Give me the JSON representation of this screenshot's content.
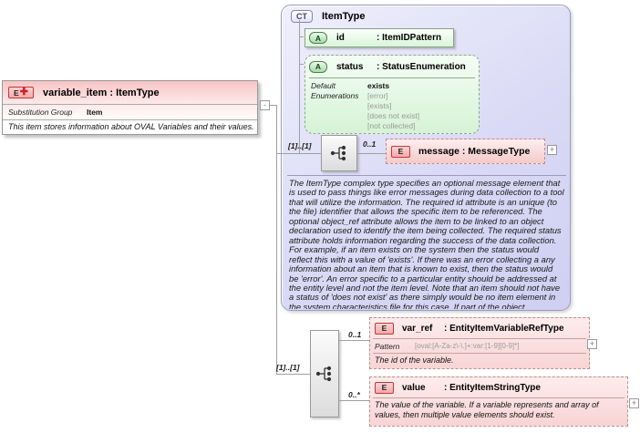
{
  "colors": {
    "complex_type_fill": "#dadaf6",
    "attribute_fill": "#d9f5d9",
    "element_fill": "#f8d4d4",
    "connector": "#a0a0a0"
  },
  "variable_item": {
    "badge": "E",
    "title": "variable_item : ItemType",
    "substitution_label": "Substitution Group",
    "substitution_value": "Item",
    "description": "This item stores information about OVAL Variables and their values.",
    "collapse_glyph": "-"
  },
  "item_type": {
    "badge": "CT",
    "title": "ItemType",
    "attributes": [
      {
        "badge": "A",
        "name": "id",
        "type": ": ItemIDPattern"
      },
      {
        "badge": "A",
        "name": "status",
        "type": ": StatusEnumeration",
        "default_label": "Default",
        "default_value": "exists",
        "enumerations_label": "Enumerations",
        "enumerations": [
          "[error]",
          "[exists]",
          "[does not exist]",
          "[not collected]"
        ]
      }
    ],
    "sequence_cardinality": "[1]..[1]",
    "message": {
      "cardinality": "0..1",
      "badge": "E",
      "title": "message : MessageType",
      "expand_glyph": "+"
    },
    "description": "The ItemType complex type specifies an optional message element that is used to pass things like error messages during data collection to a tool that will utilize the information. The required id attribute is an unique (to the file) identifier that allows the specific item to be referenced. The optional object_ref attribute allows the item to be linked to an object declaration used to identify the item being collected. The required status attribute holds information regarding the success of the data collection. For example, if an item exists on the system then the status would reflect this with a value of 'exists'. If there was an error collecting a any information about an item that is known to exist, then the status would be 'error'. An error specific to a particular entity should be addressed at the entity level and not the item level. Note that an item should not have a status of 'does not exist' as there simply would be no item element in the system characteristics file for this case. If part of the object declaration do"
  },
  "content_model": {
    "sequence_cardinality": "[1]..[1]",
    "var_ref": {
      "cardinality": "0..1",
      "badge": "E",
      "name": "var_ref",
      "type": ": EntityItemVariableRefType",
      "pattern_label": "Pattern",
      "pattern": "[oval:[A-Za-z\\-\\.]+:var:[1-9][0-9]*]",
      "description": "The id of the variable.",
      "expand_glyph": "+"
    },
    "value": {
      "cardinality": "0..*",
      "badge": "E",
      "name": "value",
      "type": ": EntityItemStringType",
      "description": "The value of the variable. If a variable represents and array of values, then multiple value elements should exist.",
      "expand_glyph": "+"
    }
  }
}
